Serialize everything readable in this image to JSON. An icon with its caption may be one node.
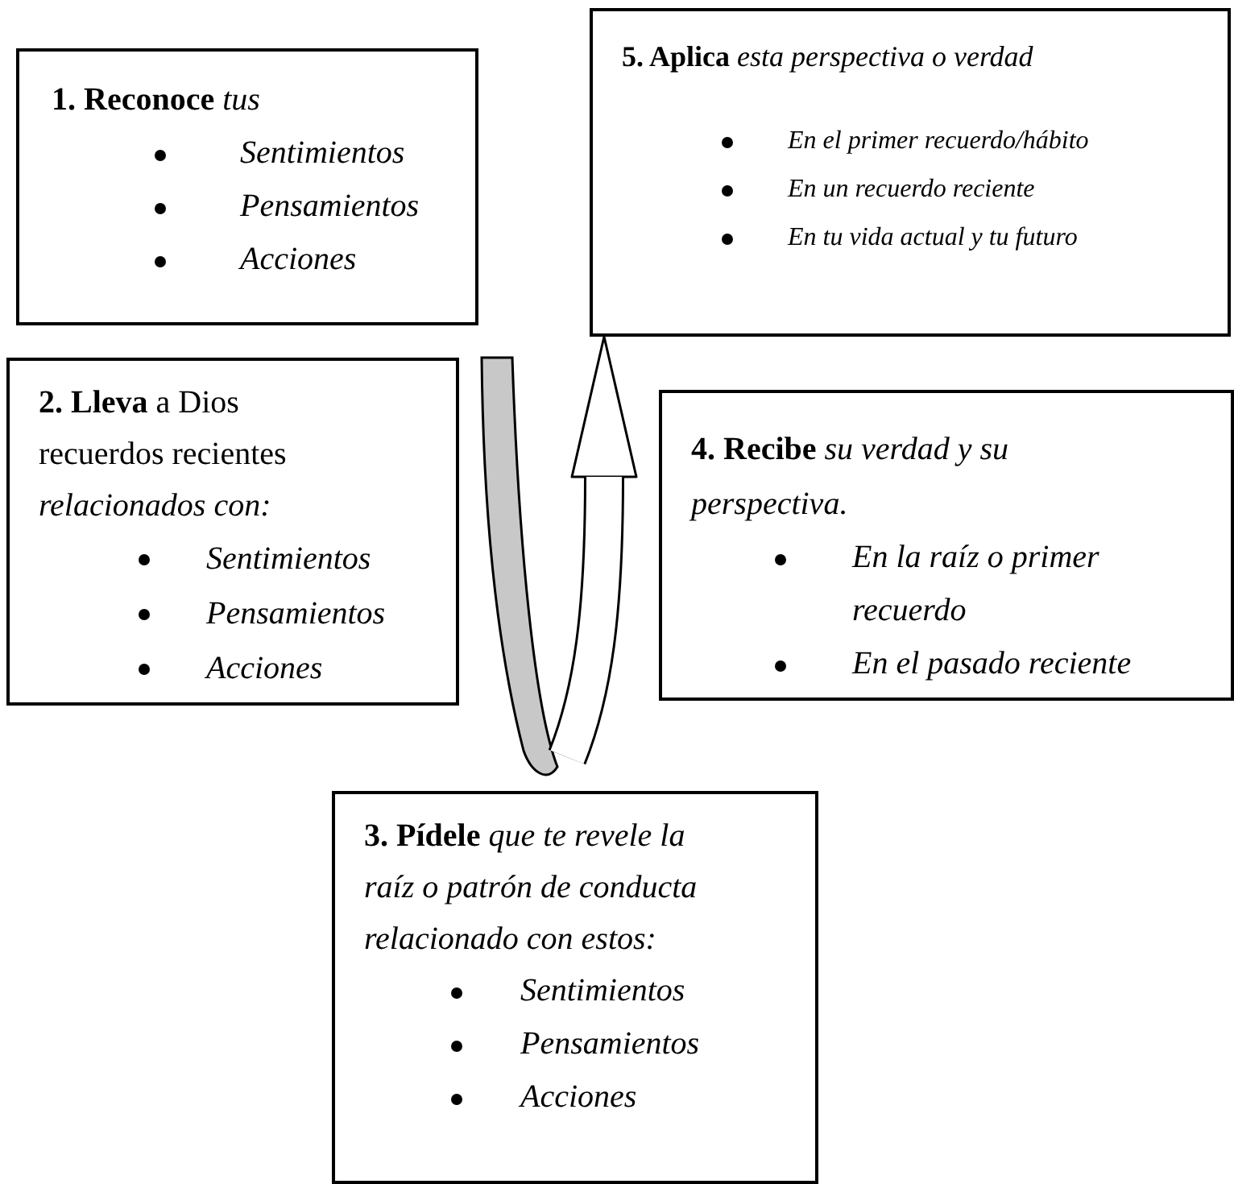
{
  "diagram": {
    "nodes": [
      {
        "text": [
          "**1. Reconoce** *tus*",
          "Sentimientos",
          "Pensamientos",
          "Acciones"
        ]
      },
      {
        "text": [
          "**5. Aplica** *esta perspectiva o verdad*",
          "En el primer recuerdo/hábito",
          "En un recuerdo reciente",
          "En tu vida actual y tu futuro"
        ]
      },
      {
        "text": [
          "**2. Lleva** a Dios recuerdos recientes *relacionados con:*",
          "Sentimientos",
          "Pensamientos",
          "Acciones"
        ]
      },
      {
        "text": [
          "**4. Recibe** *su verdad y su perspectiva.*",
          "En la raíz o primer recuerdo",
          "En el pasado reciente"
        ]
      },
      {
        "text": [
          "**3. Pídele** *que te revele la raíz o patrón de conducta relacionado con estos:*",
          "Sentimientos",
          "Pensamientos",
          "Acciones"
        ]
      }
    ],
    "edges": [
      {
        "from": null,
        "to": 1,
        "arrow": "to"
      }
    ]
  }
}
